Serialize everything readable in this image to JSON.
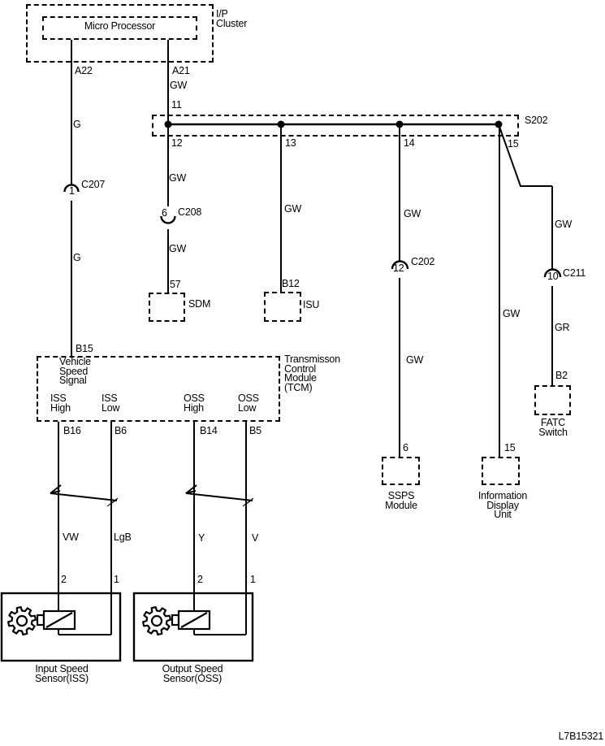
{
  "code": "L7B15321",
  "ip_cluster": {
    "name": [
      "I/P",
      "Cluster"
    ],
    "processor": "Micro Processor",
    "pin_left": "A22",
    "pin_right": "A21",
    "wire_left_color": "G",
    "wire_right_color": "GW",
    "wire_right_pin": "11"
  },
  "splice": {
    "name": "S202",
    "pins": [
      "12",
      "13",
      "14",
      "15"
    ]
  },
  "vss": {
    "connector": "C207",
    "connector_pin": "1",
    "wire_color": "G",
    "tcm_pin": "B15"
  },
  "sdm": {
    "wire_color_1": "GW",
    "connector": "C208",
    "connector_pin": "6",
    "wire_color_2": "GW",
    "pin": "57",
    "module": "SDM"
  },
  "isu": {
    "wire_color": "GW",
    "pin": "B12",
    "module": "ISU"
  },
  "ssps": {
    "wire_color_1": "GW",
    "connector": "C202",
    "connector_pin": "12",
    "wire_color_2": "GW",
    "pin": "6",
    "module": [
      "SSPS",
      "Module"
    ]
  },
  "idu": {
    "wire_color": "GW",
    "pin": "15",
    "module": [
      "Information",
      "Display",
      "Unit"
    ]
  },
  "fatc": {
    "wire_color_1": "GW",
    "connector": "C211",
    "connector_pin": "10",
    "wire_color_2": "GR",
    "pin": "B2",
    "module": [
      "FATC",
      "Switch"
    ]
  },
  "tcm": {
    "input_signal": [
      "Vehicle",
      "Speed",
      "Signal"
    ],
    "name": [
      "Transmisson",
      "Control",
      "Module",
      "(TCM)"
    ],
    "ports": [
      [
        "ISS",
        "High"
      ],
      [
        "ISS",
        "Low"
      ],
      [
        "OSS",
        "High"
      ],
      [
        "OSS",
        "Low"
      ]
    ],
    "pins": [
      "B16",
      "B6",
      "B14",
      "B5"
    ]
  },
  "sensor_circuit": {
    "wire_colors": [
      "VW",
      "LgB",
      "Y",
      "V"
    ],
    "pins": [
      "2",
      "1",
      "2",
      "1"
    ]
  },
  "sensors": [
    {
      "name": [
        "Input Speed",
        "Sensor(ISS)"
      ]
    },
    {
      "name": [
        "Output Speed",
        "Sensor(OSS)"
      ]
    }
  ]
}
